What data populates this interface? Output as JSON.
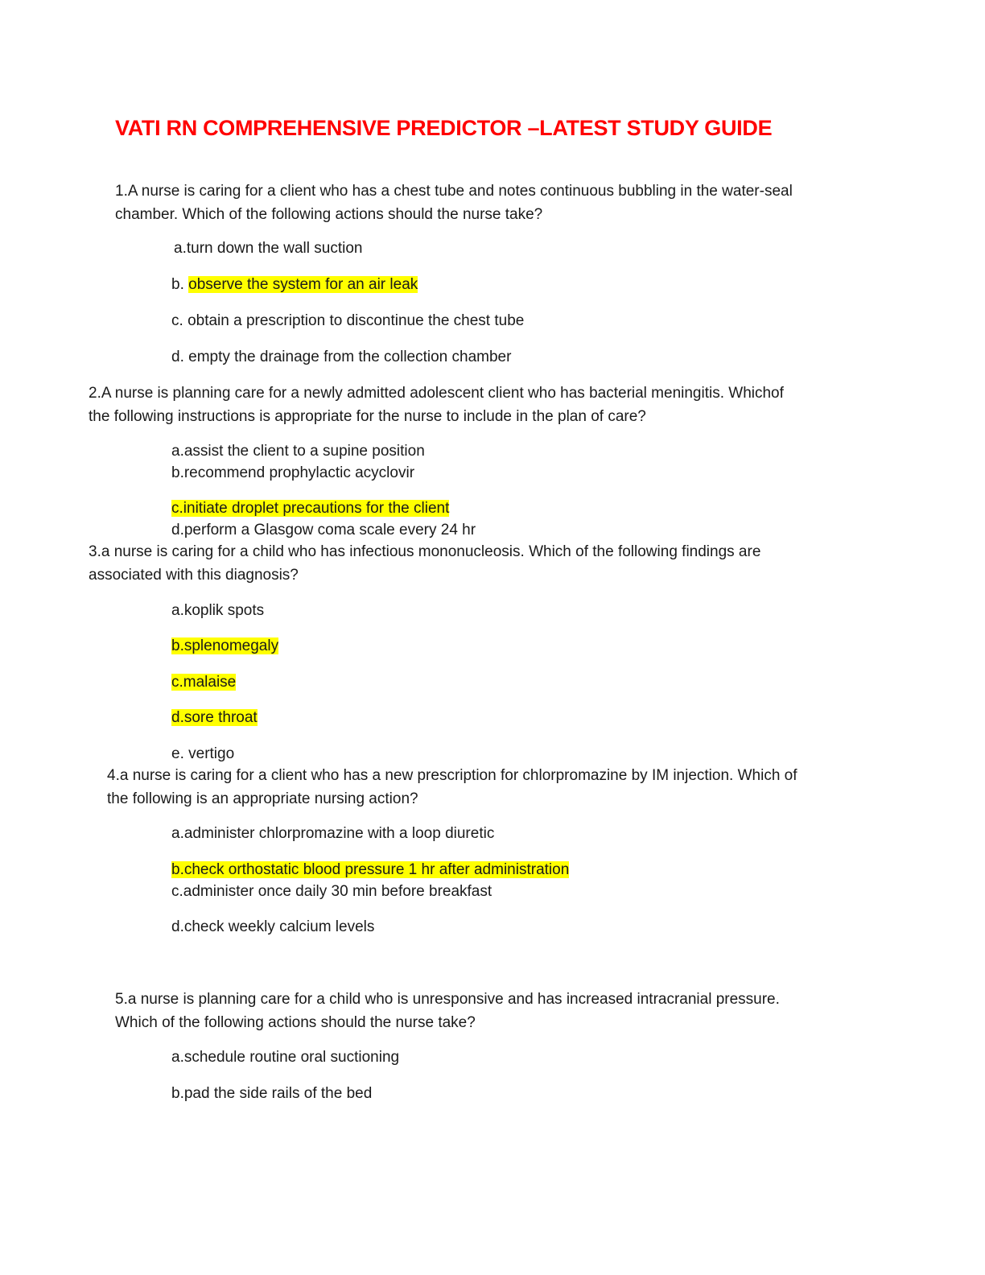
{
  "title": "VATI RN COMPREHENSIVE PREDICTOR –LATEST  STUDY GUIDE",
  "questions": [
    {
      "lines": [
        "1.A nurse is caring for a client who has a chest tube and notes continuous bubbling in the water-seal",
        "chamber. Which of the following actions should the nurse take?"
      ],
      "options": [
        {
          "prefix": "a.",
          "text": "turn down the wall suction",
          "highlighted": false
        },
        {
          "prefix": "b. ",
          "text": "observe the system for an air leak",
          "highlighted": true
        },
        {
          "prefix": "c. ",
          "text": "obtain a prescription to discontinue the chest tube",
          "highlighted": false
        },
        {
          "prefix": "d. ",
          "text": "empty the drainage from the collection chamber",
          "highlighted": false
        }
      ]
    },
    {
      "lines": [
        "2.A nurse is planning care for a newly admitted adolescent client who has bacterial meningitis. Whichof",
        "the following instructions is appropriate for the nurse to include in the plan of care?"
      ],
      "options": [
        {
          "prefix": "a.",
          "text": "assist the client to a supine position",
          "highlighted": false
        },
        {
          "prefix": "b.",
          "text": "recommend prophylactic acyclovir",
          "highlighted": false
        },
        {
          "prefix": "c.",
          "text": "initiate droplet precautions for the client",
          "highlighted": true
        },
        {
          "prefix": "d.",
          "text": "perform a Glasgow coma scale every 24 hr",
          "highlighted": false
        }
      ]
    },
    {
      "lines": [
        "3.a nurse is caring for a child who has infectious mononucleosis. Which of the following findings are",
        "associated with this diagnosis?"
      ],
      "options": [
        {
          "prefix": "a.",
          "text": "koplik spots",
          "highlighted": false
        },
        {
          "prefix": "b.",
          "text": "splenomegaly",
          "highlighted": true
        },
        {
          "prefix": "c.",
          "text": "malaise",
          "highlighted": true
        },
        {
          "prefix": "d.",
          "text": "sore throat",
          "highlighted": true
        },
        {
          "prefix": "e. ",
          "text": "vertigo",
          "highlighted": false
        }
      ]
    },
    {
      "lines": [
        "4.a nurse is caring for a client who has a new prescription for chlorpromazine by IM injection. Which of",
        "the following is an appropriate nursing action?"
      ],
      "options": [
        {
          "prefix": "a.",
          "text": "administer chlorpromazine with a loop diuretic",
          "highlighted": false
        },
        {
          "prefix": "b.",
          "text": "check orthostatic blood pressure 1 hr after administration",
          "highlighted": true
        },
        {
          "prefix": "c.",
          "text": "administer once daily 30 min before breakfast",
          "highlighted": false
        },
        {
          "prefix": "d.",
          "text": "check weekly calcium levels",
          "highlighted": false
        }
      ]
    },
    {
      "lines": [
        "5.a nurse is planning care for a child who is unresponsive and has increased intracranial pressure.",
        "Which of the following actions should the nurse take?"
      ],
      "options": [
        {
          "prefix": "a.",
          "text": "schedule routine oral suctioning",
          "highlighted": false
        },
        {
          "prefix": "b.",
          "text": "pad the side rails of the bed",
          "highlighted": false
        }
      ]
    }
  ]
}
